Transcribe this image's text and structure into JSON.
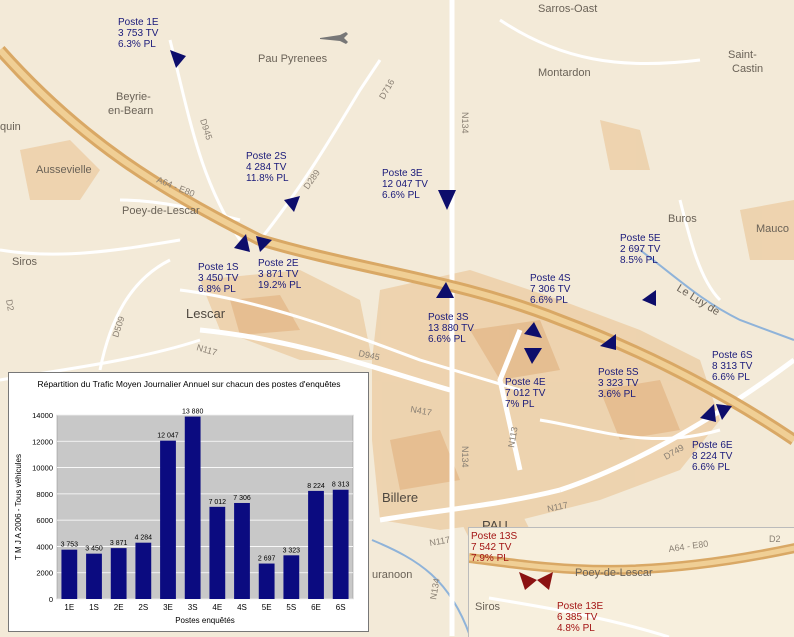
{
  "places": {
    "sarros_oast": "Sarros-Oast",
    "pau_pyrenees": "Pau Pyrenees",
    "saint_castin_1": "Saint-",
    "saint_castin_2": "Castin",
    "montardon": "Montardon",
    "beyrie_1": "Beyrie-",
    "beyrie_2": "en-Bearn",
    "quin": "quin",
    "aussevielle": "Aussevielle",
    "poey_de_lescar": "Poey-de-Lescar",
    "siros": "Siros",
    "lescar": "Lescar",
    "buros": "Buros",
    "mauco": "Mauco",
    "billere": "Billere",
    "pau": "PAU",
    "juranoon": "uranoon",
    "le_luy": "Le Luy de"
  },
  "roads": {
    "a64": "A64 - E80",
    "d945a": "D945",
    "d289": "D289",
    "d716": "D716",
    "n134a": "N134",
    "d509": "D509",
    "d2": "D2",
    "n117a": "N117",
    "d945b": "D945",
    "n417": "N417",
    "n134b": "N134",
    "n113": "N113",
    "n117b": "N117",
    "n117c": "N117",
    "d749": "D749",
    "n134c": "N134"
  },
  "postes": [
    {
      "name": "Poste 1E",
      "tv": "3 753 TV",
      "pl": "6.3% PL"
    },
    {
      "name": "Poste 2S",
      "tv": "4 284 TV",
      "pl": "11.8% PL"
    },
    {
      "name": "Poste 3E",
      "tv": "12 047 TV",
      "pl": "6.6% PL"
    },
    {
      "name": "Poste 1S",
      "tv": "3 450 TV",
      "pl": "6.8% PL"
    },
    {
      "name": "Poste 2E",
      "tv": "3 871 TV",
      "pl": "19.2% PL"
    },
    {
      "name": "Poste 3S",
      "tv": "13 880 TV",
      "pl": "6.6% PL"
    },
    {
      "name": "Poste 4S",
      "tv": "7 306 TV",
      "pl": "6.6% PL"
    },
    {
      "name": "Poste 5E",
      "tv": "2 697 TV",
      "pl": "8.5% PL"
    },
    {
      "name": "Poste 4E",
      "tv": "7 012 TV",
      "pl": "7% PL"
    },
    {
      "name": "Poste 5S",
      "tv": "3 323 TV",
      "pl": "3.6% PL"
    },
    {
      "name": "Poste 6S",
      "tv": "8 313 TV",
      "pl": "6.6% PL"
    },
    {
      "name": "Poste 6E",
      "tv": "8 224 TV",
      "pl": "6.6% PL"
    }
  ],
  "inset": {
    "poste_13s": {
      "name": "Poste 13S",
      "tv": "7 542 TV",
      "pl": "7.9% PL"
    },
    "poste_13e": {
      "name": "Poste 13E",
      "tv": "6 385 TV",
      "pl": "4.8% PL"
    },
    "siros": "Siros",
    "poey_de_lescar": "Poey-de-Lescar",
    "road": "A64 - E80",
    "road2": "D2"
  },
  "chart_data": {
    "type": "bar",
    "title": "Répartition du Trafic Moyen Journalier Annuel sur chacun des postes d'enquêtes",
    "xlabel": "Postes enquêtés",
    "ylabel": "T M J A  2006 - Tous véhicules",
    "ylim": [
      0,
      14000
    ],
    "yticks": [
      0,
      2000,
      4000,
      6000,
      8000,
      10000,
      12000,
      14000
    ],
    "grid": true,
    "categories": [
      "1E",
      "1S",
      "2E",
      "2S",
      "3E",
      "3S",
      "4E",
      "4S",
      "5E",
      "5S",
      "6E",
      "6S"
    ],
    "values": [
      3753,
      3450,
      3871,
      4284,
      12047,
      13880,
      7012,
      7306,
      2697,
      3323,
      8224,
      8313
    ],
    "value_labels": [
      "3 753",
      "3 450",
      "3 871",
      "4 284",
      "12 047",
      "13 880",
      "7 012",
      "7 306",
      "2 697",
      "3 323",
      "8 224",
      "8 313"
    ],
    "bar_color": "#0b0b80",
    "plot_bg": "#c8c8c8"
  }
}
